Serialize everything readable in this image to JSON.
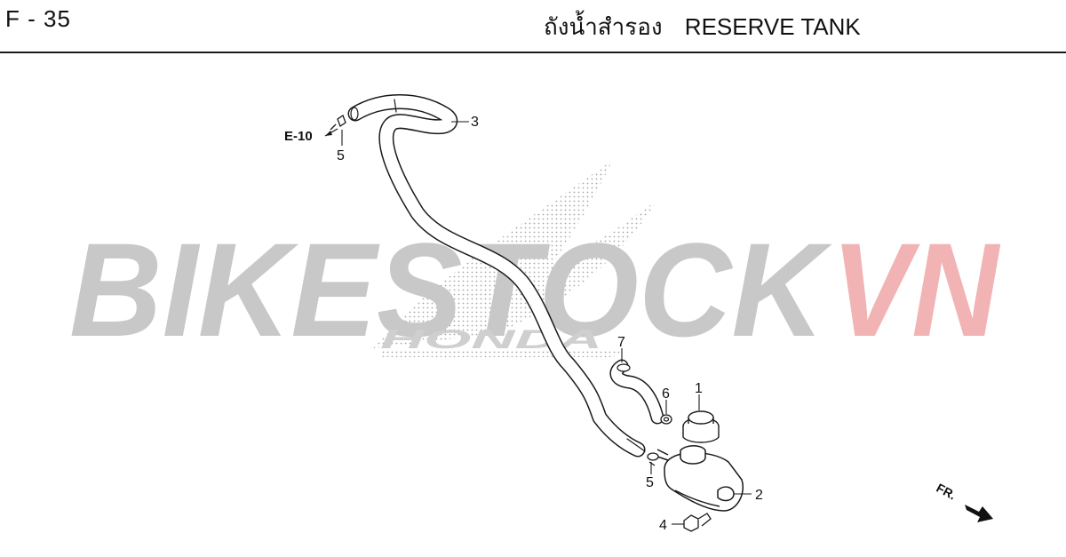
{
  "header": {
    "page_code": "F - 35",
    "title_thai": "ถังน้ำสำรอง",
    "title_en": "RESERVE TANK"
  },
  "watermark": {
    "text_gray": "BIKESTOCK",
    "text_red": "VN",
    "brand": "HONDA",
    "color_gray": "#c8c8c8",
    "color_red": "#f1b3b3"
  },
  "diagram": {
    "reference": "E-10",
    "callouts": [
      "1",
      "2",
      "3",
      "4",
      "5",
      "5",
      "6",
      "7"
    ],
    "direction_label": "FR."
  }
}
